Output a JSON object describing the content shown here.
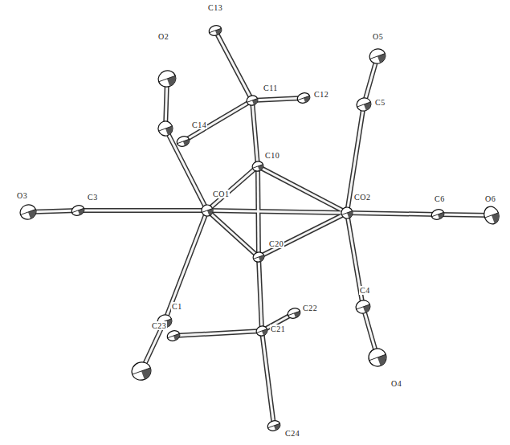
{
  "diagram": {
    "labels": [
      "O2",
      "C13",
      "O5",
      "C11",
      "C12",
      "C14",
      "C5",
      "C10",
      "O3",
      "C3",
      "CO1",
      "CO2",
      "C6",
      "O6",
      "C20",
      "C1",
      "C23",
      "C21",
      "C22",
      "C4",
      "O4",
      "C24"
    ]
  }
}
